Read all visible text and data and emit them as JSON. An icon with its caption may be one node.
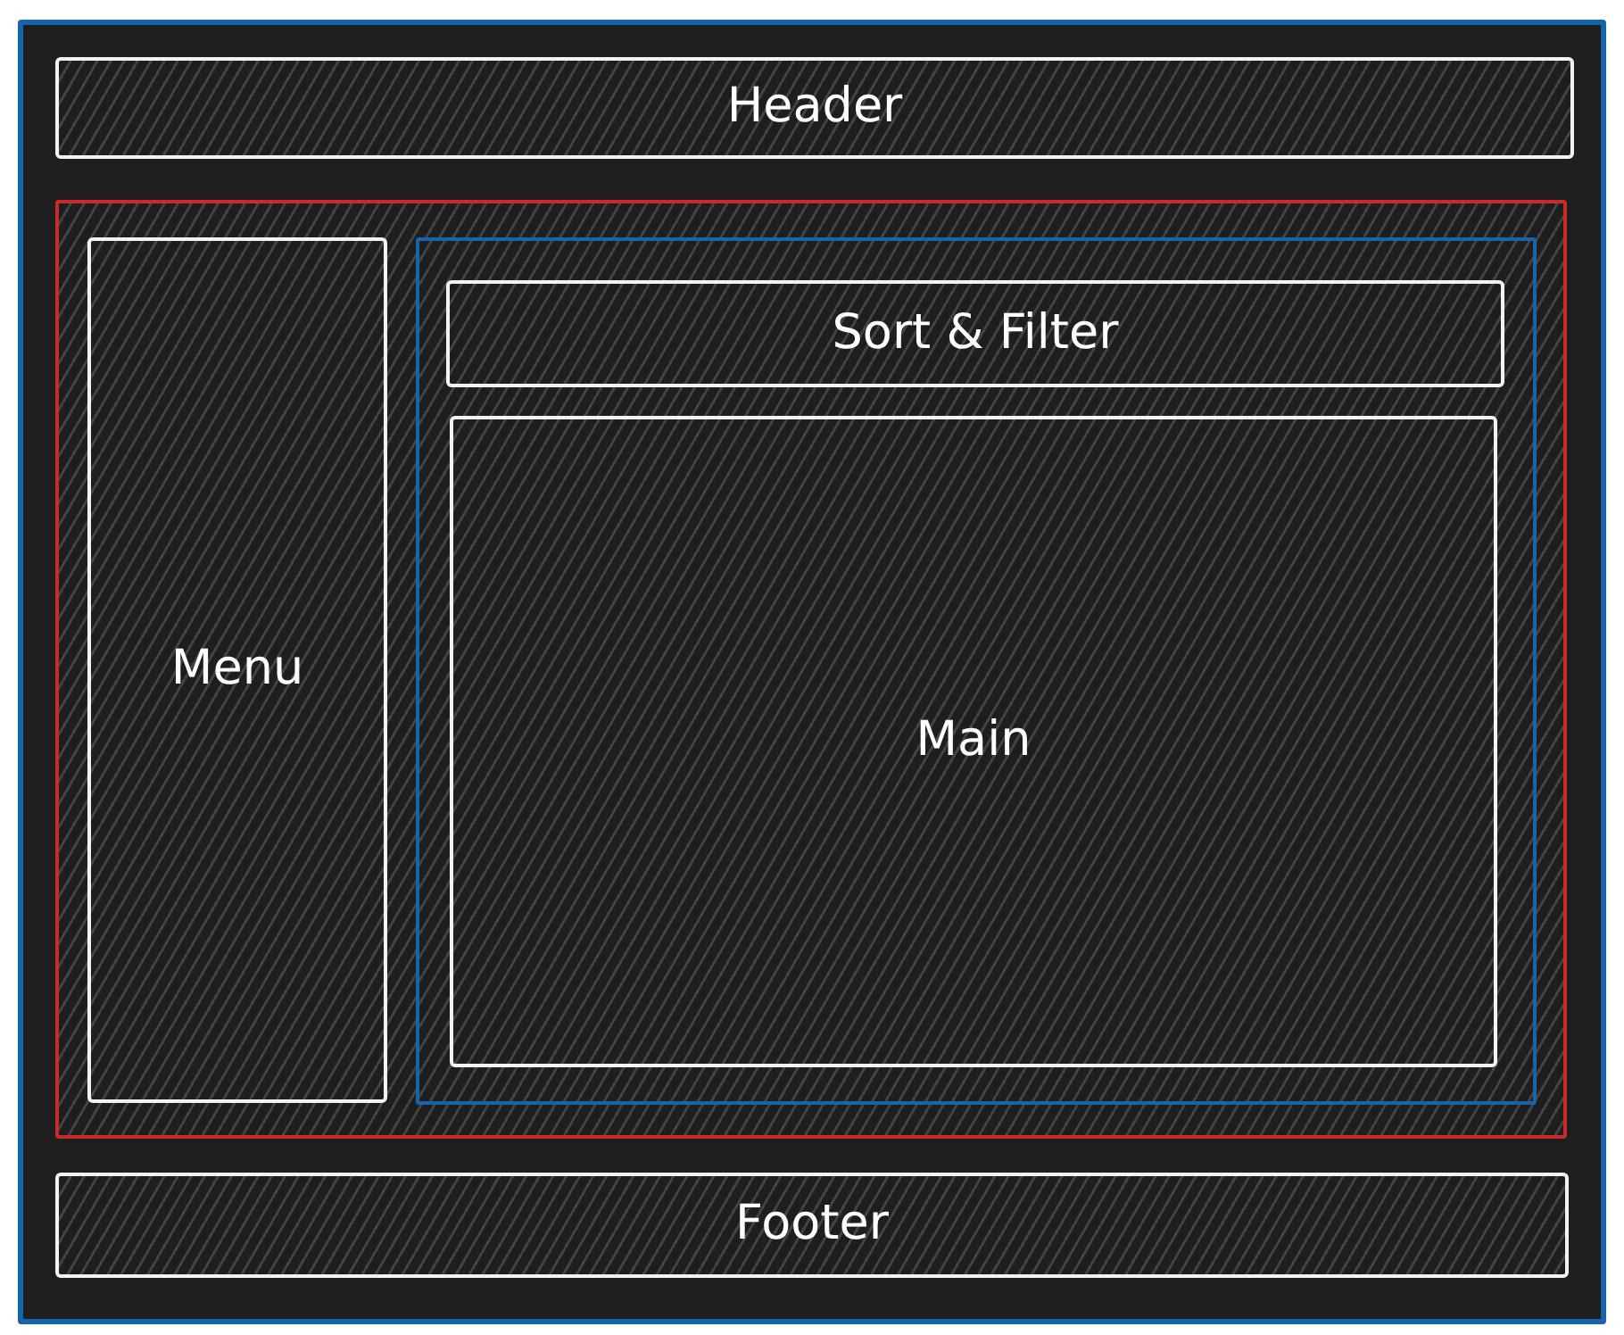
{
  "diagram": {
    "nodes": [
      {
        "text": [],
        "shape": "box"
      },
      {
        "text": [
          "Header"
        ],
        "in": 0
      },
      {
        "text": [],
        "shape": "box",
        "in": 0
      },
      {
        "text": [
          "Menu"
        ],
        "in": 2
      },
      {
        "text": [],
        "shape": "box",
        "in": 2
      },
      {
        "text": [
          "Sort & Filter"
        ],
        "in": 4
      },
      {
        "text": [
          "Main"
        ],
        "in": 4
      },
      {
        "text": [
          "Footer"
        ],
        "in": 0
      }
    ]
  }
}
